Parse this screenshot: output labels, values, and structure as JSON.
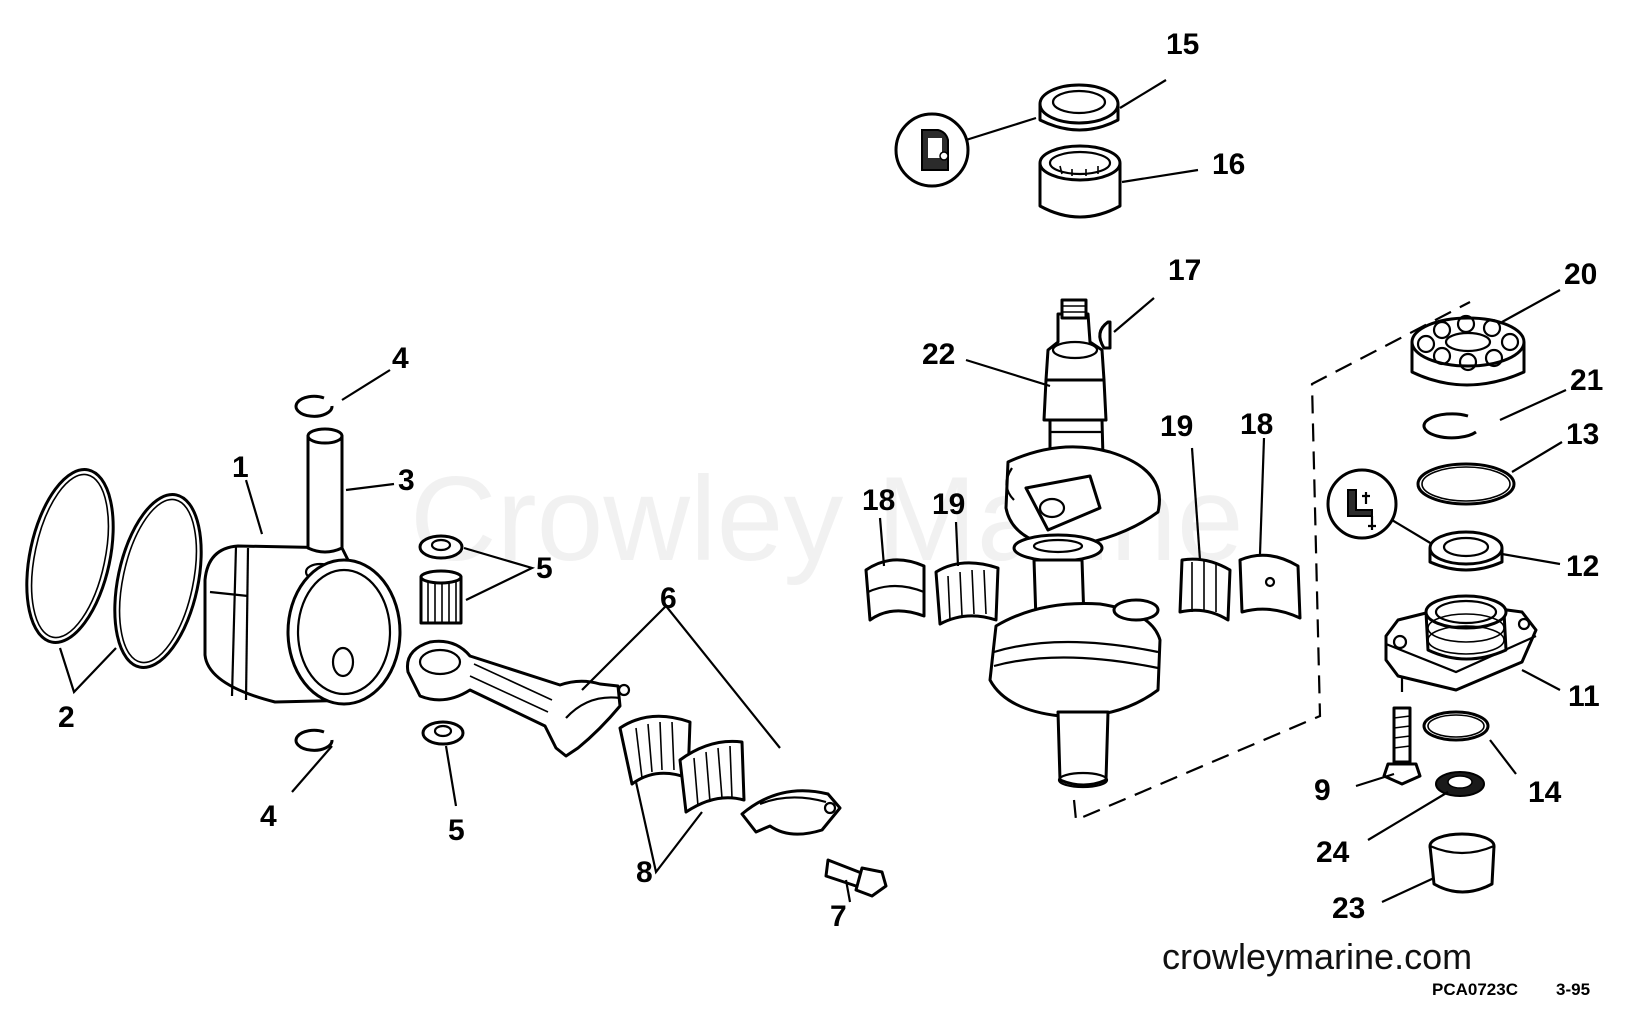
{
  "watermark": "Crowley Marine",
  "site": "crowleymarine.com",
  "drawing_code": "PCA0723C",
  "revision": "3-95",
  "callouts": [
    "1",
    "2",
    "3",
    "4",
    "4",
    "5",
    "5",
    "6",
    "7",
    "8",
    "9",
    "11",
    "12",
    "13",
    "14",
    "15",
    "16",
    "17",
    "18",
    "18",
    "19",
    "19",
    "20",
    "21",
    "22",
    "23",
    "24"
  ]
}
